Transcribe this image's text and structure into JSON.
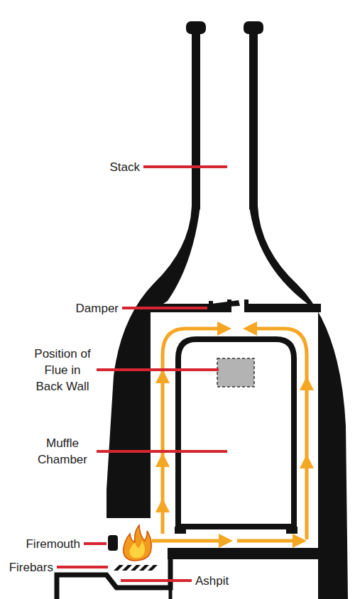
{
  "diagram": {
    "labels": [
      "Stack",
      "Damper",
      "Position of Flue in Back Wall",
      "Muffle Chamber",
      "Firemouth",
      "Firebars",
      "Ashpit"
    ]
  }
}
